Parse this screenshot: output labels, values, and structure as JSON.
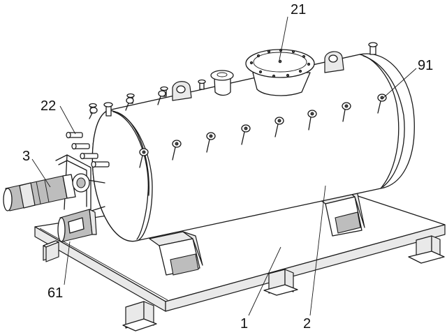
{
  "callouts": [
    {
      "id": "label-21",
      "text": "21"
    },
    {
      "id": "label-91",
      "text": "91"
    },
    {
      "id": "label-22",
      "text": "22"
    },
    {
      "id": "label-3",
      "text": "3"
    },
    {
      "id": "label-61",
      "text": "61"
    },
    {
      "id": "label-1",
      "text": "1"
    },
    {
      "id": "label-2",
      "text": "2"
    }
  ]
}
